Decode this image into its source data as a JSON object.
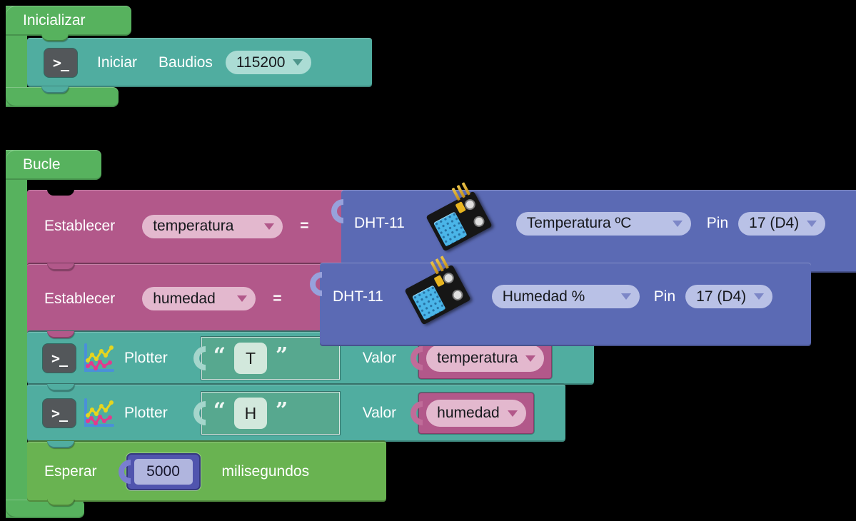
{
  "colors": {
    "green_block": "#57b25e",
    "light_green_block": "#69b351",
    "teal_block": "#50ada0",
    "pink_block": "#b2588a",
    "blue_block": "#5b6ab4",
    "purple_number_block": "#5054ae",
    "teal_dropdown": "#abdcd4",
    "lavender_dropdown": "#b9c1e6",
    "pink_dropdown": "#e3b8ce"
  },
  "icons": {
    "terminal_glyph": ">_"
  },
  "inicializar": {
    "label": "Inicializar",
    "iniciar": {
      "action": "Iniciar",
      "param": "Baudios",
      "baud": "115200"
    }
  },
  "bucle": {
    "label": "Bucle",
    "set_temperatura": {
      "keyword": "Establecer",
      "variable": "temperatura",
      "equals": "=",
      "dht": {
        "name": "DHT-11",
        "magnitude": "Temperatura ºC",
        "pin_label": "Pin",
        "pin": "17 (D4)"
      }
    },
    "set_humedad": {
      "keyword": "Establecer",
      "variable": "humedad",
      "equals": "=",
      "dht": {
        "name": "DHT-11",
        "magnitude": "Humedad %",
        "pin_label": "Pin",
        "pin": "17 (D4)"
      }
    },
    "plotter_t": {
      "keyword": "Plotter",
      "open_quote": "“",
      "string_value": "T",
      "close_quote": "”",
      "value_label": "Valor",
      "variable": "temperatura"
    },
    "plotter_h": {
      "keyword": "Plotter",
      "open_quote": "“",
      "string_value": "H",
      "close_quote": "”",
      "value_label": "Valor",
      "variable": "humedad"
    },
    "esperar": {
      "keyword": "Esperar",
      "value": "5000",
      "unit": "milisegundos"
    }
  }
}
